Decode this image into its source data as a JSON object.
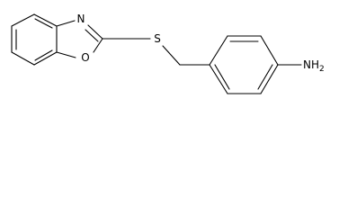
{
  "molecule": {
    "atoms": {
      "nitrogen_ring": "N",
      "oxygen_ring": "O",
      "sulfur": "S",
      "amine": "NH",
      "amine_subscript": "2"
    }
  }
}
